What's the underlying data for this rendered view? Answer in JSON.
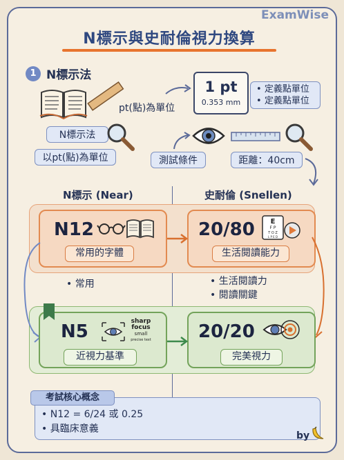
{
  "brand": "ExamWise",
  "title": "N標示與史耐倫視力換算",
  "section": {
    "number": "1",
    "title": "N標示法"
  },
  "intro": {
    "pt_unit_label": "pt(點)為單位",
    "pt_value": "1 pt",
    "pt_mm": "0.353 mm",
    "definitions": [
      "定義點單位",
      "定義點單位"
    ],
    "n_label": "N標示法",
    "n_unit": "以pt(點)為單位",
    "test_condition": "測試條件",
    "distance": "距離：40cm"
  },
  "columns": {
    "left": "N標示 (Near)",
    "right": "史耐倫 (Snellen)"
  },
  "rows": [
    {
      "near_value": "N12",
      "near_tag": "常用的字體",
      "snellen_value": "20/80",
      "snellen_tag": "生活閱讀能力",
      "near_bullets": [
        "常用"
      ],
      "snellen_bullets": [
        "生活閱讀力",
        "閱讀關鍵"
      ]
    },
    {
      "near_value": "N5",
      "near_tag": "近視力基準",
      "snellen_value": "20/20",
      "snellen_tag": "完美視力",
      "focus_text": [
        "sharp",
        "focus",
        "small",
        "precise text"
      ]
    }
  ],
  "eye_chart_letters": [
    "E",
    "F P",
    "T O Z",
    "L P E D"
  ],
  "key_concepts": {
    "label": "考試核心概念",
    "items": [
      "N12 = 6/24 或 0.25",
      "具臨床意義"
    ]
  },
  "byline": "by",
  "colors": {
    "orange": "#e28a50",
    "green": "#73a35a",
    "blue": "#7d90c0",
    "navy": "#243154"
  },
  "icons": [
    "book-icon",
    "ruler-icon",
    "magnifier-icon",
    "eye-icon",
    "glasses-icon",
    "eye-chart-icon",
    "target-eye-icon",
    "bookmark-icon",
    "banana-icon"
  ]
}
